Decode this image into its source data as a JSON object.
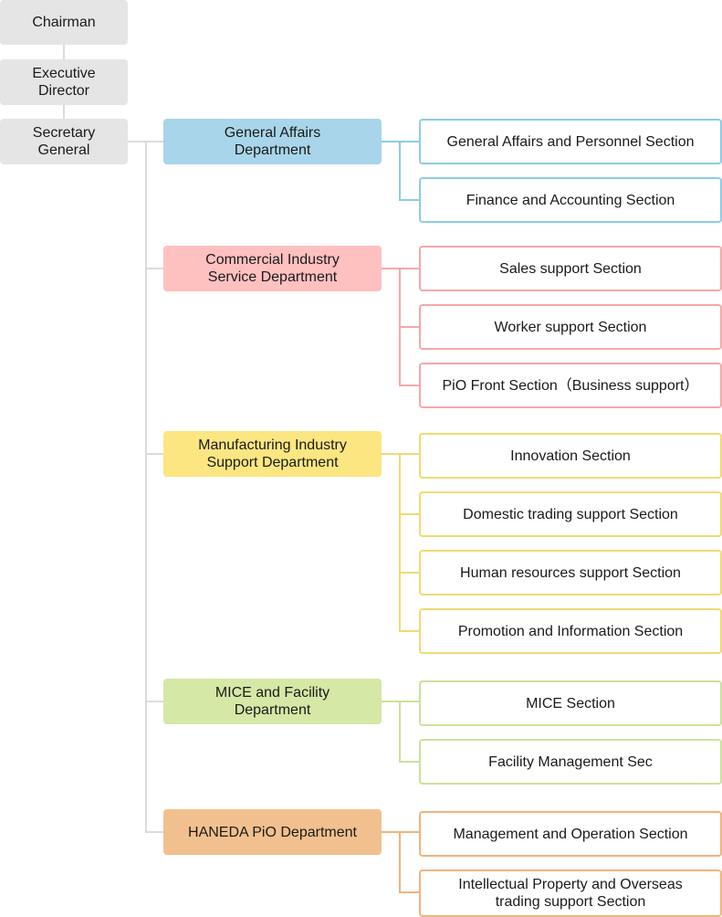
{
  "executives": [
    {
      "label": "Chairman"
    },
    {
      "label": "Executive Director"
    },
    {
      "label": "Secretary General"
    }
  ],
  "departments": [
    {
      "name": "General Affairs Department",
      "color": "#a8d5ea",
      "border": "#8ccbe6",
      "sections": [
        "General Affairs and Personnel Section",
        "Finance and Accounting Section"
      ]
    },
    {
      "name": "Commercial Industry Service Department",
      "color": "#ffc0c0",
      "border": "#f4a8a8",
      "sections": [
        "Sales support Section",
        "Worker support Section",
        "PiO Front Section（Business support）"
      ]
    },
    {
      "name": "Manufacturing Industry Support Department",
      "color": "#fbe682",
      "border": "#f1da73",
      "sections": [
        "Innovation Section",
        "Domestic trading support Section",
        "Human resources support Section",
        "Promotion and Information Section"
      ]
    },
    {
      "name": "MICE and Facility Department",
      "color": "#d5e8a5",
      "border": "#cde19b",
      "sections": [
        "MICE Section",
        "Facility Management Sec"
      ]
    },
    {
      "name": "HANEDA PiO Department",
      "color": "#f2c08e",
      "border": "#eeb47a",
      "sections": [
        "Management and Operation Section",
        "Intellectual Property and Overseas trading support Section"
      ]
    }
  ]
}
